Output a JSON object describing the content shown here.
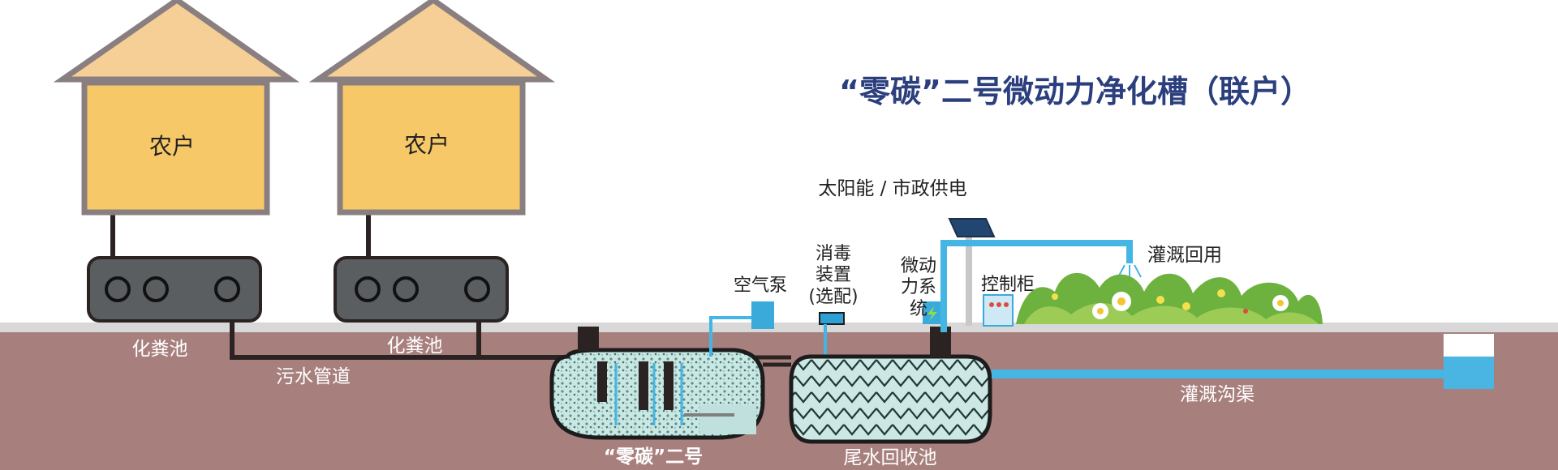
{
  "title": "“零碳”二号微动力净化槽（联户）",
  "houses": [
    {
      "label": "农户"
    },
    {
      "label": "农户"
    }
  ],
  "septic_tanks": [
    {
      "label": "化粪池"
    },
    {
      "label": "化粪池"
    }
  ],
  "pipe_label": "污水管道",
  "air_pump_label": "空气泵",
  "disinfection_label": [
    "消毒",
    "装置",
    "(选配)"
  ],
  "power_system_label": [
    "微动",
    "力系",
    "统"
  ],
  "power_source_label": "太阳能 / 市政供电",
  "control_cabinet_label": "控制柜",
  "irrigation_reuse_label": "灌溉回用",
  "irrigation_ditch_label": "灌溉沟渠",
  "purifier_label": "“零碳”二号",
  "recovery_tank_label": "尾水回收池",
  "colors": {
    "title": "#2b3f7e",
    "house_wall": "#f7c867",
    "house_roof": "#f6cf96",
    "house_frame": "#8a7f80",
    "soil": "#a7807e",
    "ground_strip": "#d8d8d8",
    "pipe": "#2b2222",
    "water": "#45b5e3",
    "tank_fill": "#c7e6e4",
    "tank_outline": "#1c1c1c",
    "grass": "#6db13f"
  }
}
